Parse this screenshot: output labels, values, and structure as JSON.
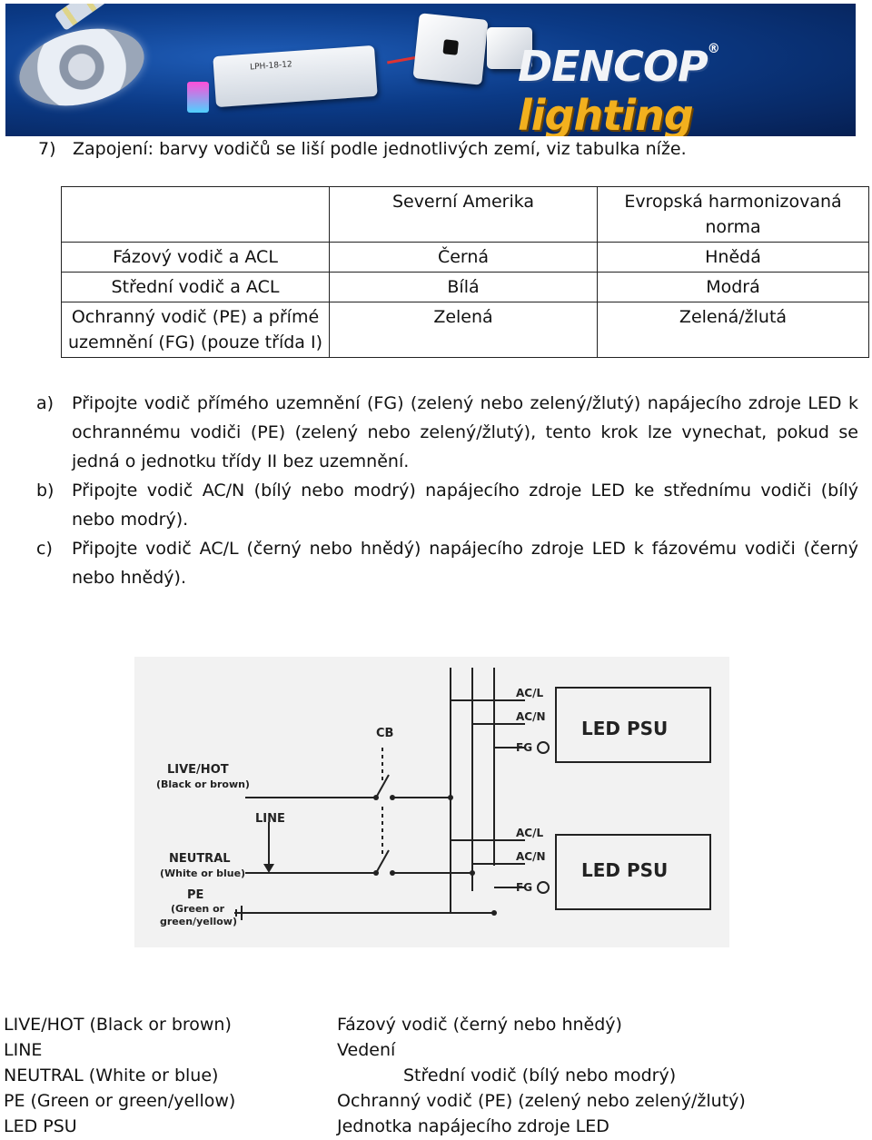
{
  "banner": {
    "brand_main": "DENCOP",
    "brand_reg": "®",
    "brand_sub": "lighting",
    "psu_label": "LPH-18-12"
  },
  "heading": {
    "number": "7)",
    "text": "Zapojení: barvy vodičů se liší podle jednotlivých zemí, viz tabulka níže."
  },
  "table": {
    "headers": [
      "",
      "Severní Amerika",
      "Evropská harmonizovaná norma"
    ],
    "rows": [
      [
        "Fázový vodič a ACL",
        "Černá",
        "Hnědá"
      ],
      [
        "Střední vodič a ACL",
        "Bílá",
        "Modrá"
      ],
      [
        "Ochranný vodič (PE) a přímé uzemnění (FG) (pouze třída I)",
        "Zelená",
        "Zelená/žlutá"
      ]
    ]
  },
  "steps": [
    {
      "mark": "a)",
      "text": "Připojte vodič přímého uzemnění (FG) (zelený nebo zelený/žlutý) napájecího zdroje LED k ochrannému vodiči (PE) (zelený nebo zelený/žlutý), tento krok lze vynechat, pokud se jedná o jednotku třídy II bez uzemnění."
    },
    {
      "mark": "b)",
      "text": "Připojte vodič AC/N (bílý nebo modrý) napájecího zdroje LED ke střednímu vodiči (bílý nebo modrý)."
    },
    {
      "mark": "c)",
      "text": "Připojte vodič AC/L (černý nebo hnědý) napájecího zdroje LED k fázovému vodiči (černý nebo hnědý)."
    }
  ],
  "diagram": {
    "live_label": "LIVE/HOT",
    "live_sub": "(Black or brown)",
    "line_label": "LINE",
    "neutral_label": "NEUTRAL",
    "neutral_sub": "(White or blue)",
    "pe_label": "PE",
    "pe_sub1": "(Green or",
    "pe_sub2": "green/yellow)",
    "cb_label": "CB",
    "acl": "AC/L",
    "acn": "AC/N",
    "fg": "FG",
    "psu": "LED PSU"
  },
  "glossary": [
    {
      "en": "LIVE/HOT (Black or brown)",
      "cz": "Fázový vodič (černý nebo hnědý)"
    },
    {
      "en": "LINE",
      "cz": "Vedení"
    },
    {
      "en": "NEUTRAL (White or blue)",
      "cz": "Střední vodič (bílý nebo modrý)"
    },
    {
      "en": "PE (Green or green/yellow)",
      "cz": "Ochranný vodič (PE) (zelený nebo zelený/žlutý)"
    },
    {
      "en": "LED PSU",
      "cz": "Jednotka napájecího zdroje LED"
    }
  ]
}
